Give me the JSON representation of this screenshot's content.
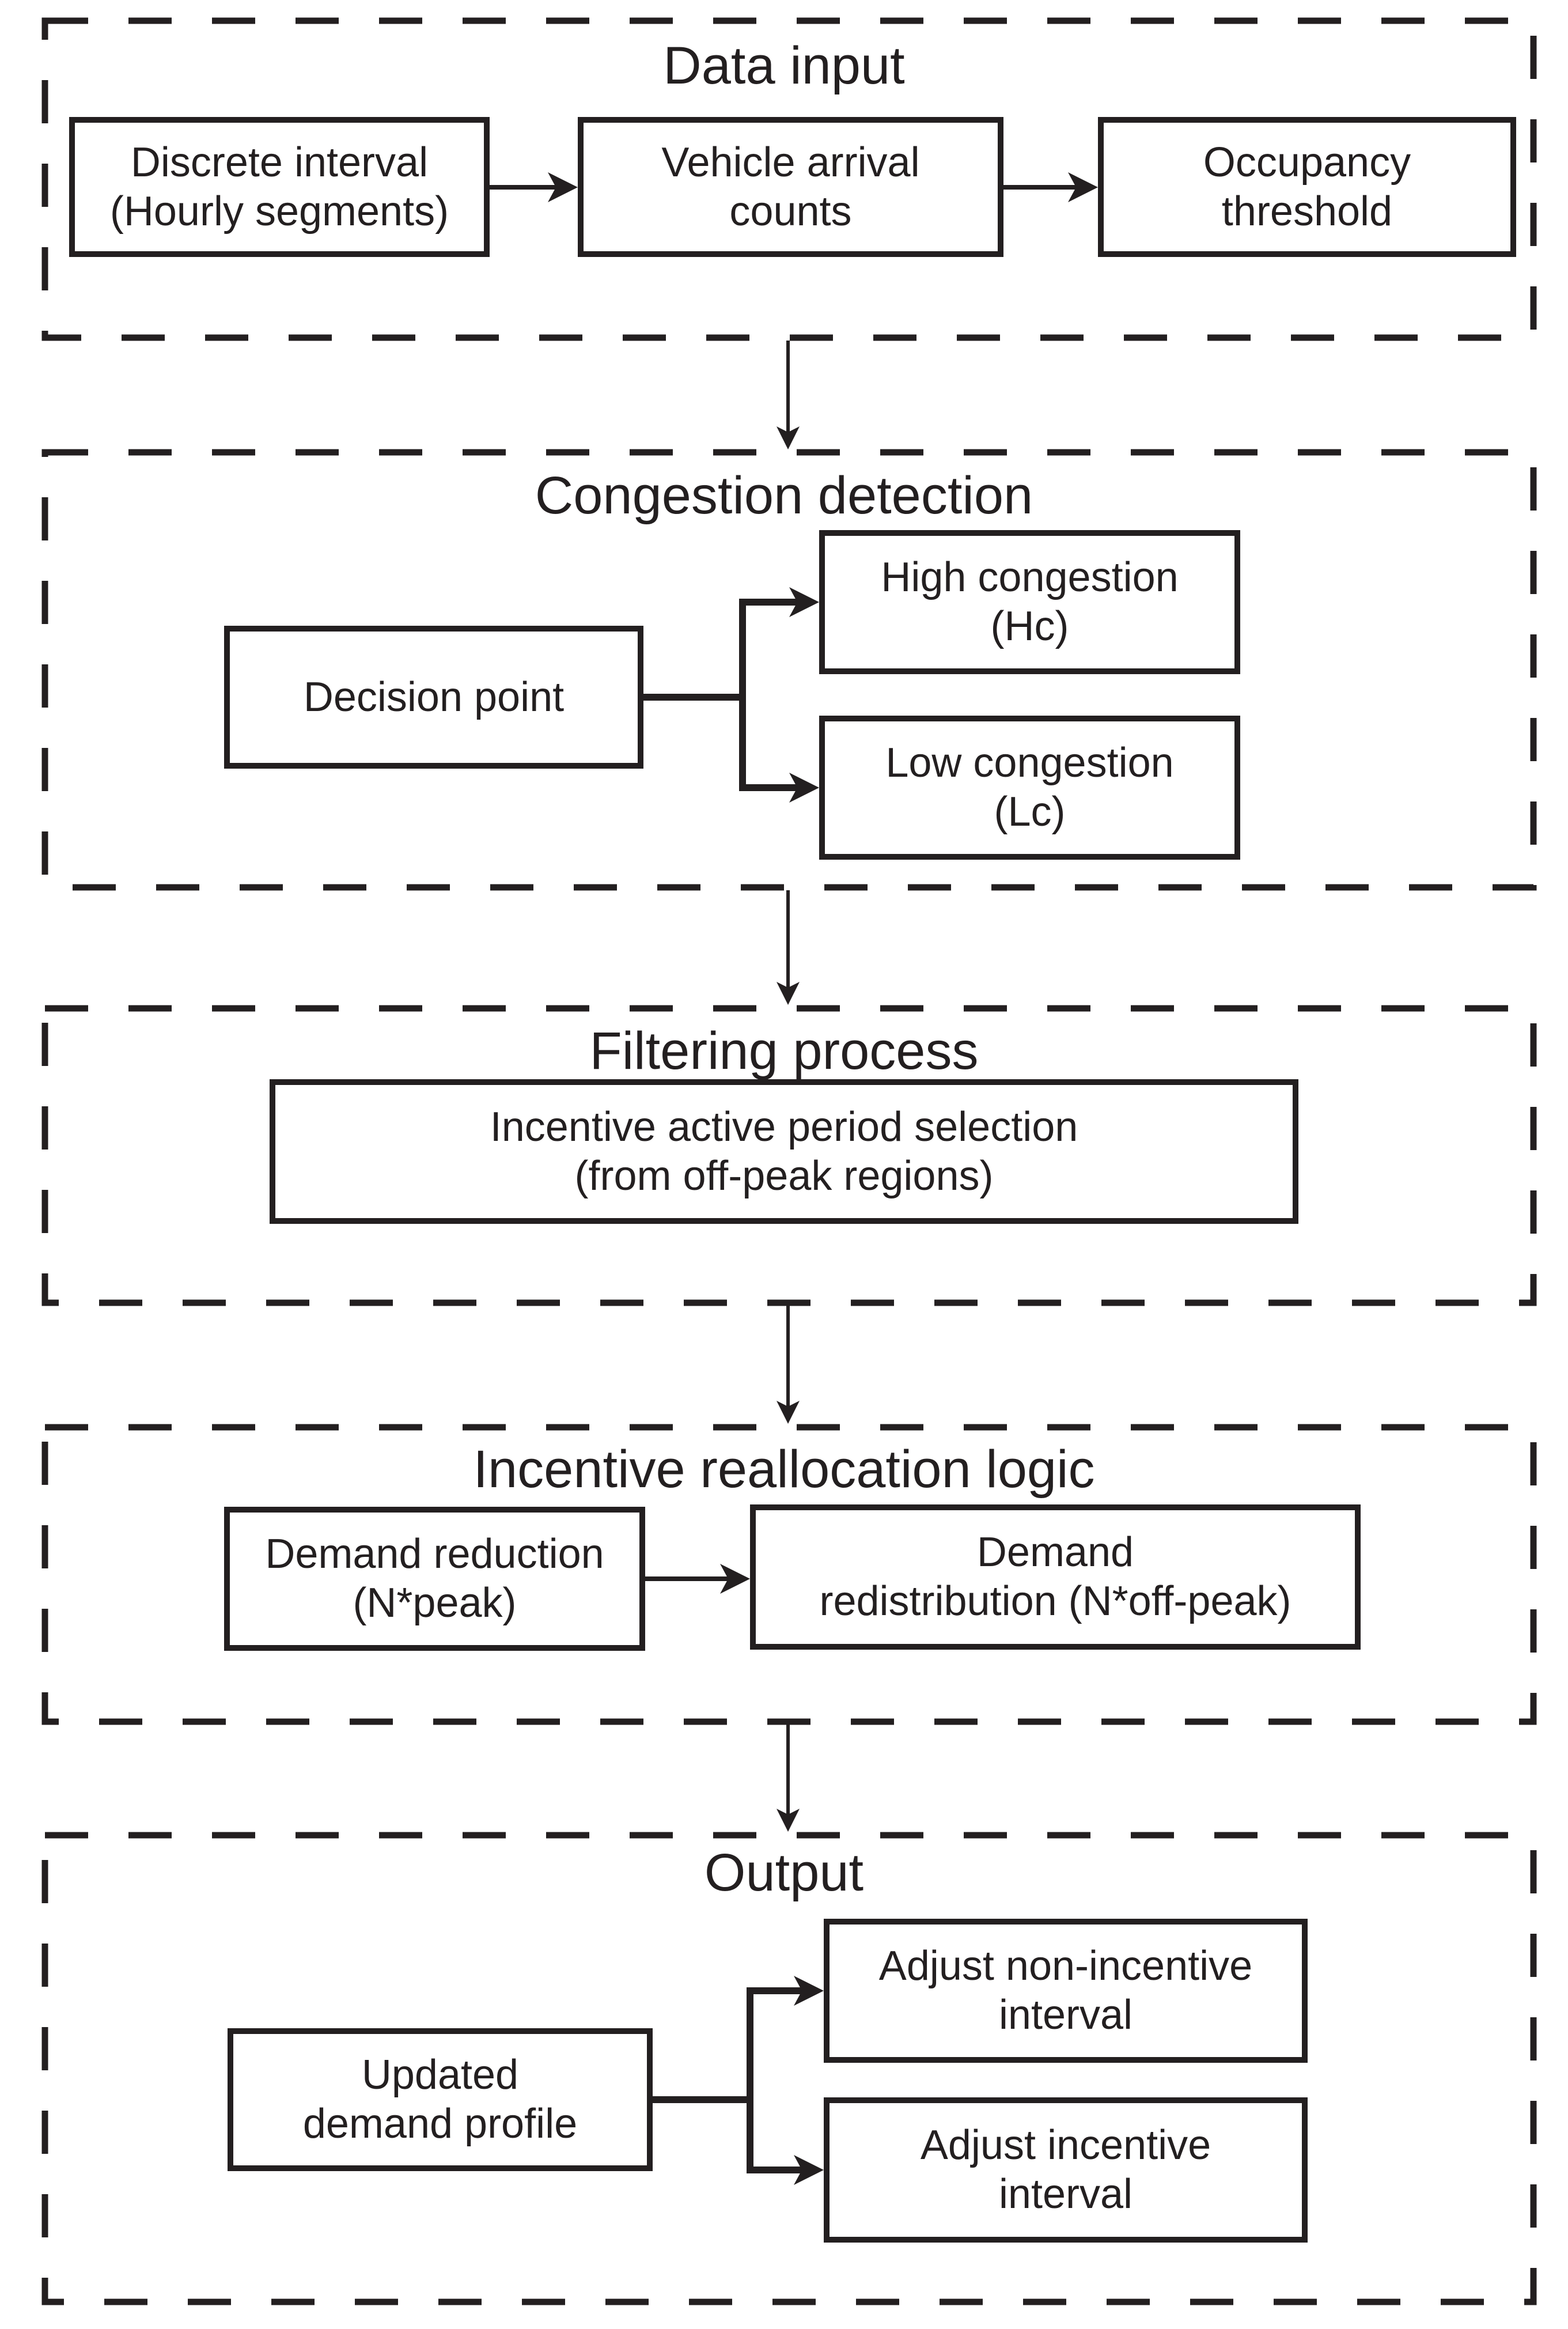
{
  "colors": {
    "ink": "#231f20",
    "background": "#ffffff"
  },
  "sections": [
    {
      "title": "Data input",
      "boxes": [
        {
          "label": "Discrete interval\n(Hourly segments)"
        },
        {
          "label": "Vehicle arrival\ncounts"
        },
        {
          "label": "Occupancy\nthreshold"
        }
      ]
    },
    {
      "title": "Congestion detection",
      "boxes": [
        {
          "label": "Decision point"
        },
        {
          "label": "High congestion\n(Hc)"
        },
        {
          "label": "Low congestion\n(Lc)"
        }
      ]
    },
    {
      "title": "Filtering process",
      "boxes": [
        {
          "label": "Incentive active period selection\n(from off-peak regions)"
        }
      ]
    },
    {
      "title": "Incentive reallocation logic",
      "boxes": [
        {
          "label": "Demand reduction\n(N*peak)"
        },
        {
          "label": "Demand\nredistribution (N*off-peak)"
        }
      ]
    },
    {
      "title": "Output",
      "boxes": [
        {
          "label": "Updated\ndemand profile"
        },
        {
          "label": "Adjust non-incentive\ninterval"
        },
        {
          "label": "Adjust incentive\ninterval"
        }
      ]
    }
  ]
}
